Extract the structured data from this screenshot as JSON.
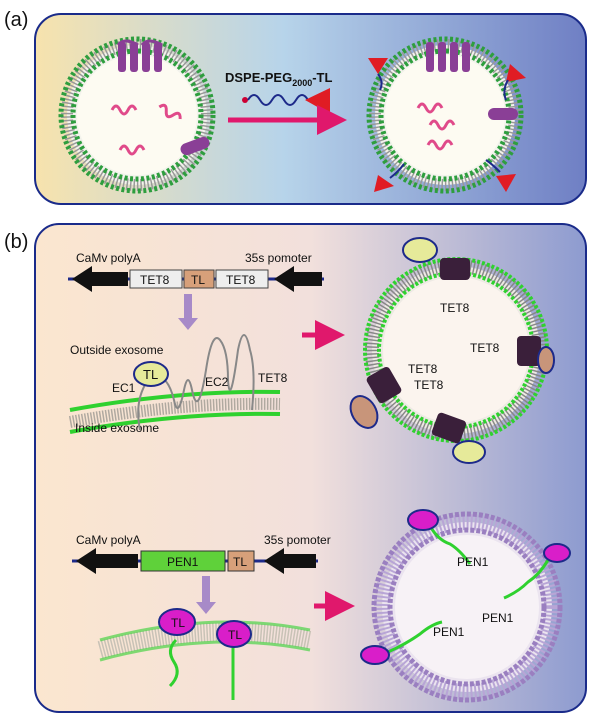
{
  "panels": {
    "a": {
      "label": "(a)",
      "reagent_base": "DSPE-PEG",
      "reagent_sub": "2000",
      "reagent_suffix": "-TL"
    },
    "b": {
      "label": "(b)",
      "construct1": {
        "left_label": "CaMv polyA",
        "right_label": "35s pomoter",
        "boxes": [
          "TET8",
          "TL",
          "TET8"
        ]
      },
      "membrane1": {
        "outside": "Outside exosome",
        "inside": "Inside exosome",
        "tl": "TL",
        "ec1": "EC1",
        "ec2": "EC2",
        "tet8": "TET8"
      },
      "vesicle1_labels": [
        "TET8",
        "TET8",
        "TET8",
        "TET8"
      ],
      "construct2": {
        "left_label": "CaMv polyA",
        "right_label": "35s pomoter",
        "boxes": [
          "PEN1",
          "TL"
        ]
      },
      "membrane2": {
        "tl_labels": [
          "TL",
          "TL"
        ]
      },
      "vesicle2_labels": [
        "PEN1",
        "PEN1",
        "PEN1"
      ]
    }
  },
  "colors": {
    "lipid_head_green": "#2e9e3e",
    "lipid_head_purple": "#9a7fc0",
    "tetraspanin_purple": "#8a3f96",
    "arrow_magenta": "#e0186c",
    "tl_red": "#e01c24",
    "pen1_green": "#2fd12f",
    "tl_magenta": "#d91ec9"
  }
}
